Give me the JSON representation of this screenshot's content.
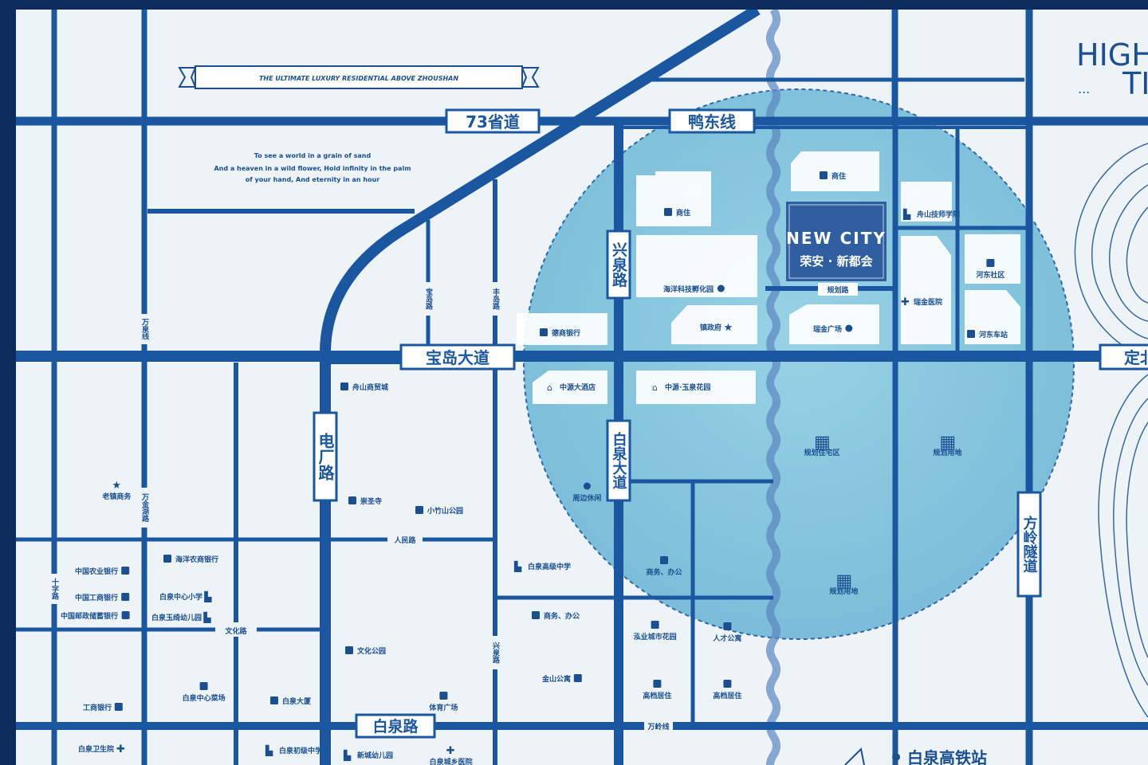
{
  "banner": {
    "tagline": "THE ULTIMATE LUXURY RESIDENTIAL ABOVE ZHOUSHAN",
    "poem_line1": "To see a world in a grain of sand",
    "poem_line2": "And a heaven in a wild flower,  Hold infinity in the palm",
    "poem_line3": "of your hand,  And eternity in an hour"
  },
  "corner_title": {
    "line1": "HIGH",
    "line2": "TI",
    "dots": "..."
  },
  "project": {
    "logo_en": "NEW CITY",
    "logo_cn": "荣安 · 新都会"
  },
  "major_roads": {
    "s73": "73省道",
    "yadong": "鸭东线",
    "baodao": "宝岛大道",
    "xingquan": "兴泉路",
    "dianchang": "电厂路",
    "baiquan_ave": "白泉大道",
    "baiquan_rd": "白泉路",
    "fangling": "方岭隧道",
    "ding": "定北"
  },
  "minor_roads": {
    "baodao_lu": "宝岛路",
    "fengdao": "丰岛路",
    "wanquan": "万泉线",
    "wanjin": "万金湖路",
    "renmin": "人民路",
    "wenhua": "文化路",
    "shizi": "十字路",
    "xingquan2": "兴泉路",
    "guihua": "规划路",
    "wanling": "万岭线"
  },
  "station": "白泉高铁站",
  "pois": {
    "shangzhu1": "商住",
    "shangzhu2": "商住",
    "zhoushan_tech": "舟山技师学院",
    "haiyang_incubator": "海洋科技孵化园",
    "town_gov": "镇政府",
    "hedong_community": "河东社区",
    "ruijin_hospital": "瑞金医院",
    "ruijin_plaza": "瑞金广场",
    "hedong_station": "河东车站",
    "deshang_bank": "德商银行",
    "zhongyuan_hotel": "中源大酒店",
    "zhongyuan_garden": "中源·玉泉花园",
    "planned_residential": "规划住宅区",
    "planned_land1": "规划用地",
    "planned_land2": "规划用地",
    "zhoushan_trade": "舟山商贸城",
    "zhoushan_park": "周边休闲",
    "laozhen": "老镇商务",
    "chongsheng": "崇圣寺",
    "xiaozhushan": "小竹山公园",
    "baiquan_high": "白泉高级中学",
    "shangwu1": "商务、办公",
    "shangwu2": "商务、办公",
    "haiyang_bank": "海洋农商银行",
    "agri_bank": "中国农业银行",
    "icbc": "中国工商银行",
    "postal_bank": "中国邮政储蓄银行",
    "baiquan_primary": "白泉中心小学",
    "baiquan_kinder": "白泉玉绮幼儿园",
    "wenhua_park": "文化公园",
    "hongye": "泓业城市花园",
    "rencai": "人才公寓",
    "jinshan": "金山公寓",
    "gaodang1": "高档居住",
    "gaodang2": "高档居住",
    "baiquan_market": "白泉中心菜场",
    "baiquan_big": "白泉大厦",
    "icbc2": "工商银行",
    "sports": "体育广场",
    "baiquan_health": "白泉卫生院",
    "baiquan_middle": "白泉初级中学",
    "xincheng_kinder": "新城幼儿园",
    "baiquan_more": "白泉城乡医院"
  },
  "colors": {
    "frame": "#0d2b5c",
    "background": "#eef3f8",
    "road": "#1b57a0",
    "circle": "#7ec4dc",
    "district": "#2f5fa0"
  }
}
